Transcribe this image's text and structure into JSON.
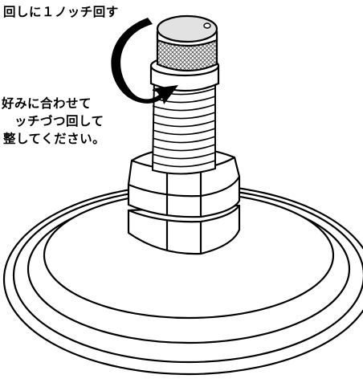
{
  "annotation_top": "回しに１ノッチ回す",
  "annotation_note": {
    "line1": "好みに合わせて",
    "line2": "ッチづつ回して",
    "line3": "整してください。"
  },
  "colors": {
    "line": "#000000",
    "fill": "#ffffff",
    "knob_cap": "#e2e2e2",
    "knurl": "#555555"
  }
}
